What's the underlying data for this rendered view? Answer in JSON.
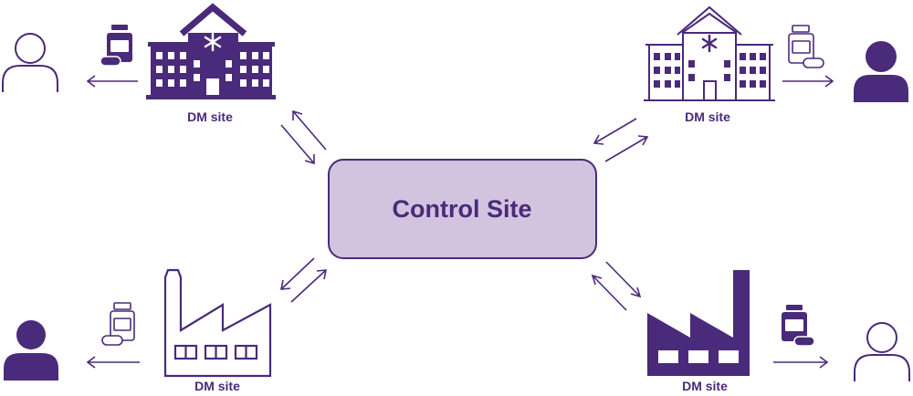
{
  "center": {
    "label": "Control Site"
  },
  "sites": [
    {
      "label": "DM site"
    },
    {
      "label": "DM site"
    },
    {
      "label": "DM site"
    },
    {
      "label": "DM site"
    }
  ],
  "colors": {
    "primary": "#4a2a7a",
    "center_fill": "#d2c3df",
    "background": "#ffffff"
  },
  "icons": [
    "hospital-icon",
    "factory-icon",
    "person-icon",
    "medicine-bottle-icon",
    "pill-icon",
    "bidirectional-arrows-icon",
    "arrow-icon"
  ]
}
